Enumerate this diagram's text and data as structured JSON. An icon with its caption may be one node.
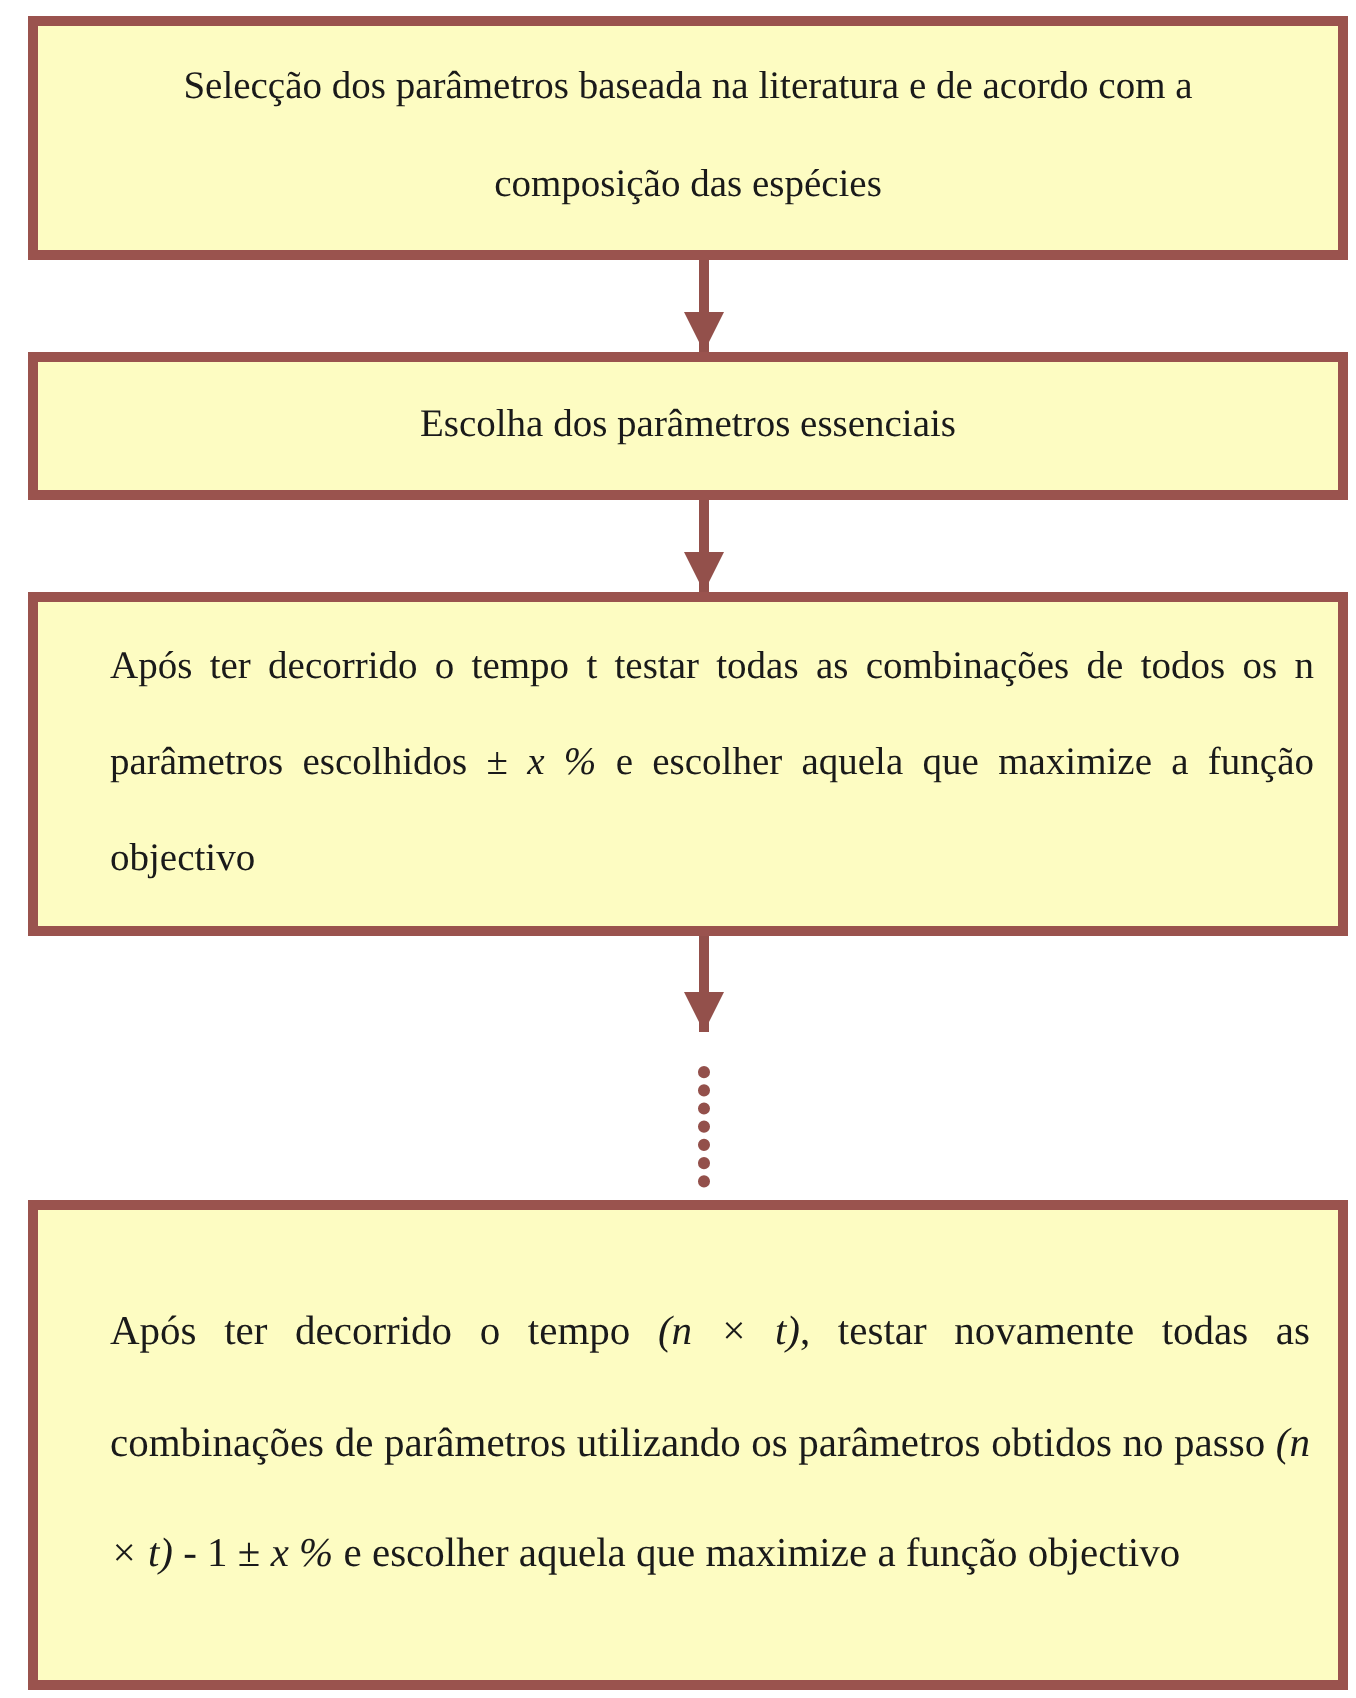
{
  "diagram": {
    "nodes": [
      {
        "text": [
          "Selecção dos parâmetros baseada na literatura e de acordo com a composição das espécies"
        ]
      },
      {
        "text": [
          "Escolha dos parâmetros essenciais"
        ]
      },
      {
        "text": [
          "Após ter decorrido o tempo t testar todas as combinações de todos os n parâmetros escolhidos ± *x %* e escolher aquela que maximize a função objectivo"
        ]
      },
      {
        "text": [
          "Após ter decorrido o tempo *(n × t)*, testar novamente todas as combinações de parâmetros utilizando os parâmetros obtidos no passo *(n × t)* - 1 ± *x %*  e escolher aquela que maximize a função objectivo"
        ]
      }
    ],
    "edges": [
      {
        "from": 0,
        "to": 1,
        "arrow": "to"
      },
      {
        "from": 1,
        "to": 2,
        "arrow": "to"
      },
      {
        "from": 2,
        "to": null,
        "arrow": "to"
      },
      {
        "from": null,
        "to": 3,
        "arrow": "none",
        "style": "dashed"
      }
    ]
  }
}
